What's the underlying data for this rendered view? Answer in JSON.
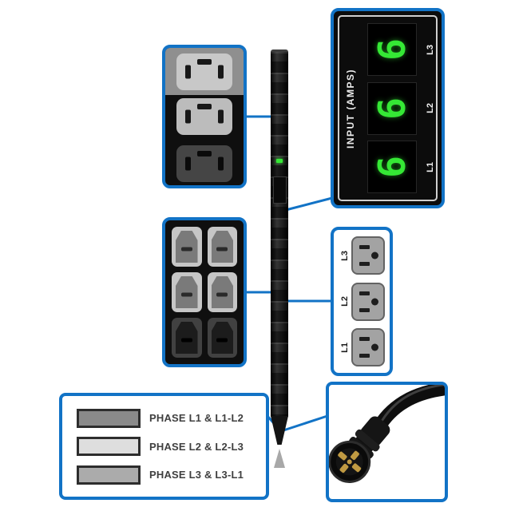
{
  "page": {
    "background": "#ffffff",
    "accent_blue": "#1273c6"
  },
  "pdu": {
    "meter": {
      "title": "INPUT (AMPS)",
      "digit_color": "#35e835",
      "displays": [
        {
          "value": "6",
          "label": "L3"
        },
        {
          "value": "6",
          "label": "L2"
        },
        {
          "value": "6",
          "label": "L1"
        }
      ]
    },
    "nema_outlet_labels": [
      "L3",
      "L2",
      "L1"
    ],
    "phase_legend": [
      {
        "label": "PHASE L1 & L1-L2",
        "swatch": "#8a8a8a"
      },
      {
        "label": "PHASE L2 & L2-L3",
        "swatch": "#dedede"
      },
      {
        "label": "PHASE L3 & L3-L1",
        "swatch": "#ababab"
      }
    ]
  }
}
